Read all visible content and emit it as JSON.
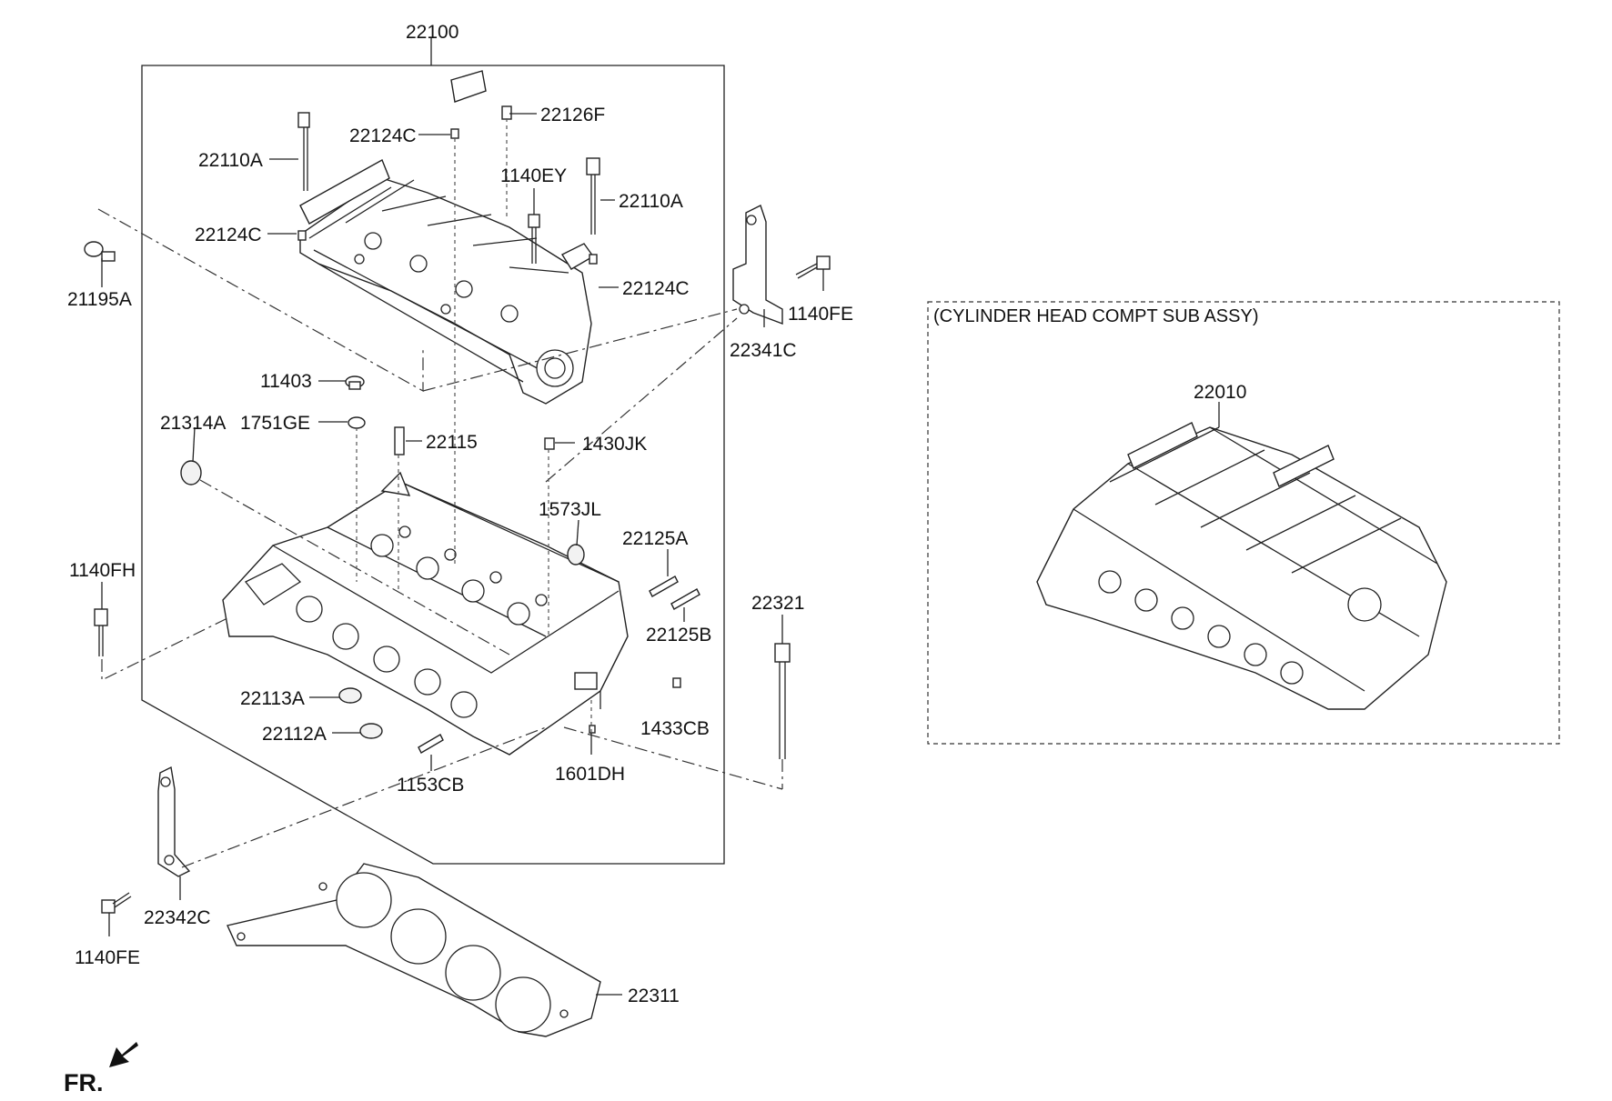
{
  "labels": {
    "main_assembly": "22100",
    "cap_top": "22126F",
    "dowel_top": "22124C",
    "bolt_left": "22110A",
    "bolt_center": "1140EY",
    "bolt_right": "22110A",
    "dowel_left": "22124C",
    "dowel_right": "22124C",
    "sensor": "21195A",
    "bracket_right": "22341C",
    "bolt_bracket_right": "1140FE",
    "plug_11403": "11403",
    "washer": "1751GE",
    "plug_21314": "21314A",
    "guide": "22115",
    "pin_1430": "1430JK",
    "plug_1573": "1573JL",
    "stud_a": "22125A",
    "stud_b": "22125B",
    "bolt_left_side": "1140FH",
    "head_bolt": "22321",
    "seal_113": "22113A",
    "seal_112": "22112A",
    "pin_1433": "1433CB",
    "stud_1153": "1153CB",
    "pin_1601": "1601DH",
    "bracket_left": "22342C",
    "bolt_bracket_left": "1140FE",
    "gasket": "22311",
    "sub_assy_title": "(CYLINDER HEAD COMPT SUB ASSY)",
    "sub_assy_part": "22010",
    "front": "FR."
  }
}
